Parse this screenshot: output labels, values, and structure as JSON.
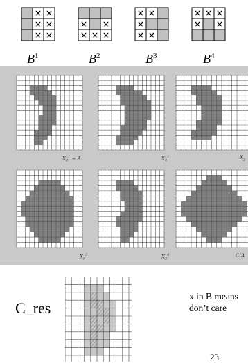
{
  "elements": [
    {
      "name": "B",
      "sup": "1",
      "cells": [
        "f",
        "x",
        "x",
        "f",
        "x",
        "x",
        "f",
        "x",
        "x"
      ]
    },
    {
      "name": "B",
      "sup": "2",
      "cells": [
        "f",
        "f",
        "f",
        "x",
        "f",
        "x",
        "x",
        "x",
        "x"
      ]
    },
    {
      "name": "B",
      "sup": "3",
      "cells": [
        "x",
        "x",
        "f",
        "x",
        "f",
        "f",
        "x",
        "x",
        "f"
      ]
    },
    {
      "name": "B",
      "sup": "4",
      "cells": [
        "x",
        "x",
        "x",
        "x",
        "f",
        "x",
        "f",
        "f",
        "f"
      ]
    }
  ],
  "colors": {
    "element_fill": "#c0c0c0",
    "shape_fill": "#808080",
    "grid_bg": "#ffffff",
    "grid_line": "#555555",
    "panel_bg": "#c9c9c9",
    "result_shape": "#c8c8c8",
    "result_hatch": "#888888"
  },
  "figure": {
    "captions": [
      {
        "main": "X",
        "sub": "0",
        "sup": "1",
        "tail": " = A"
      },
      {
        "main": "X",
        "sub": "4",
        "sup": "1",
        "tail": ""
      },
      {
        "main": "X",
        "sub": "2",
        "sup": "",
        "tail": ""
      },
      {
        "main": "X",
        "sub": "8",
        "sup": "3",
        "tail": ""
      },
      {
        "main": "X",
        "sub": "2",
        "sup": "4",
        "tail": ""
      },
      {
        "main": "C(A",
        "sub": "",
        "sup": "",
        "tail": ""
      }
    ]
  },
  "result": {
    "label": "C_res"
  },
  "note": {
    "line1": "x in B means",
    "line2": "don’t care"
  },
  "page_number": "23"
}
